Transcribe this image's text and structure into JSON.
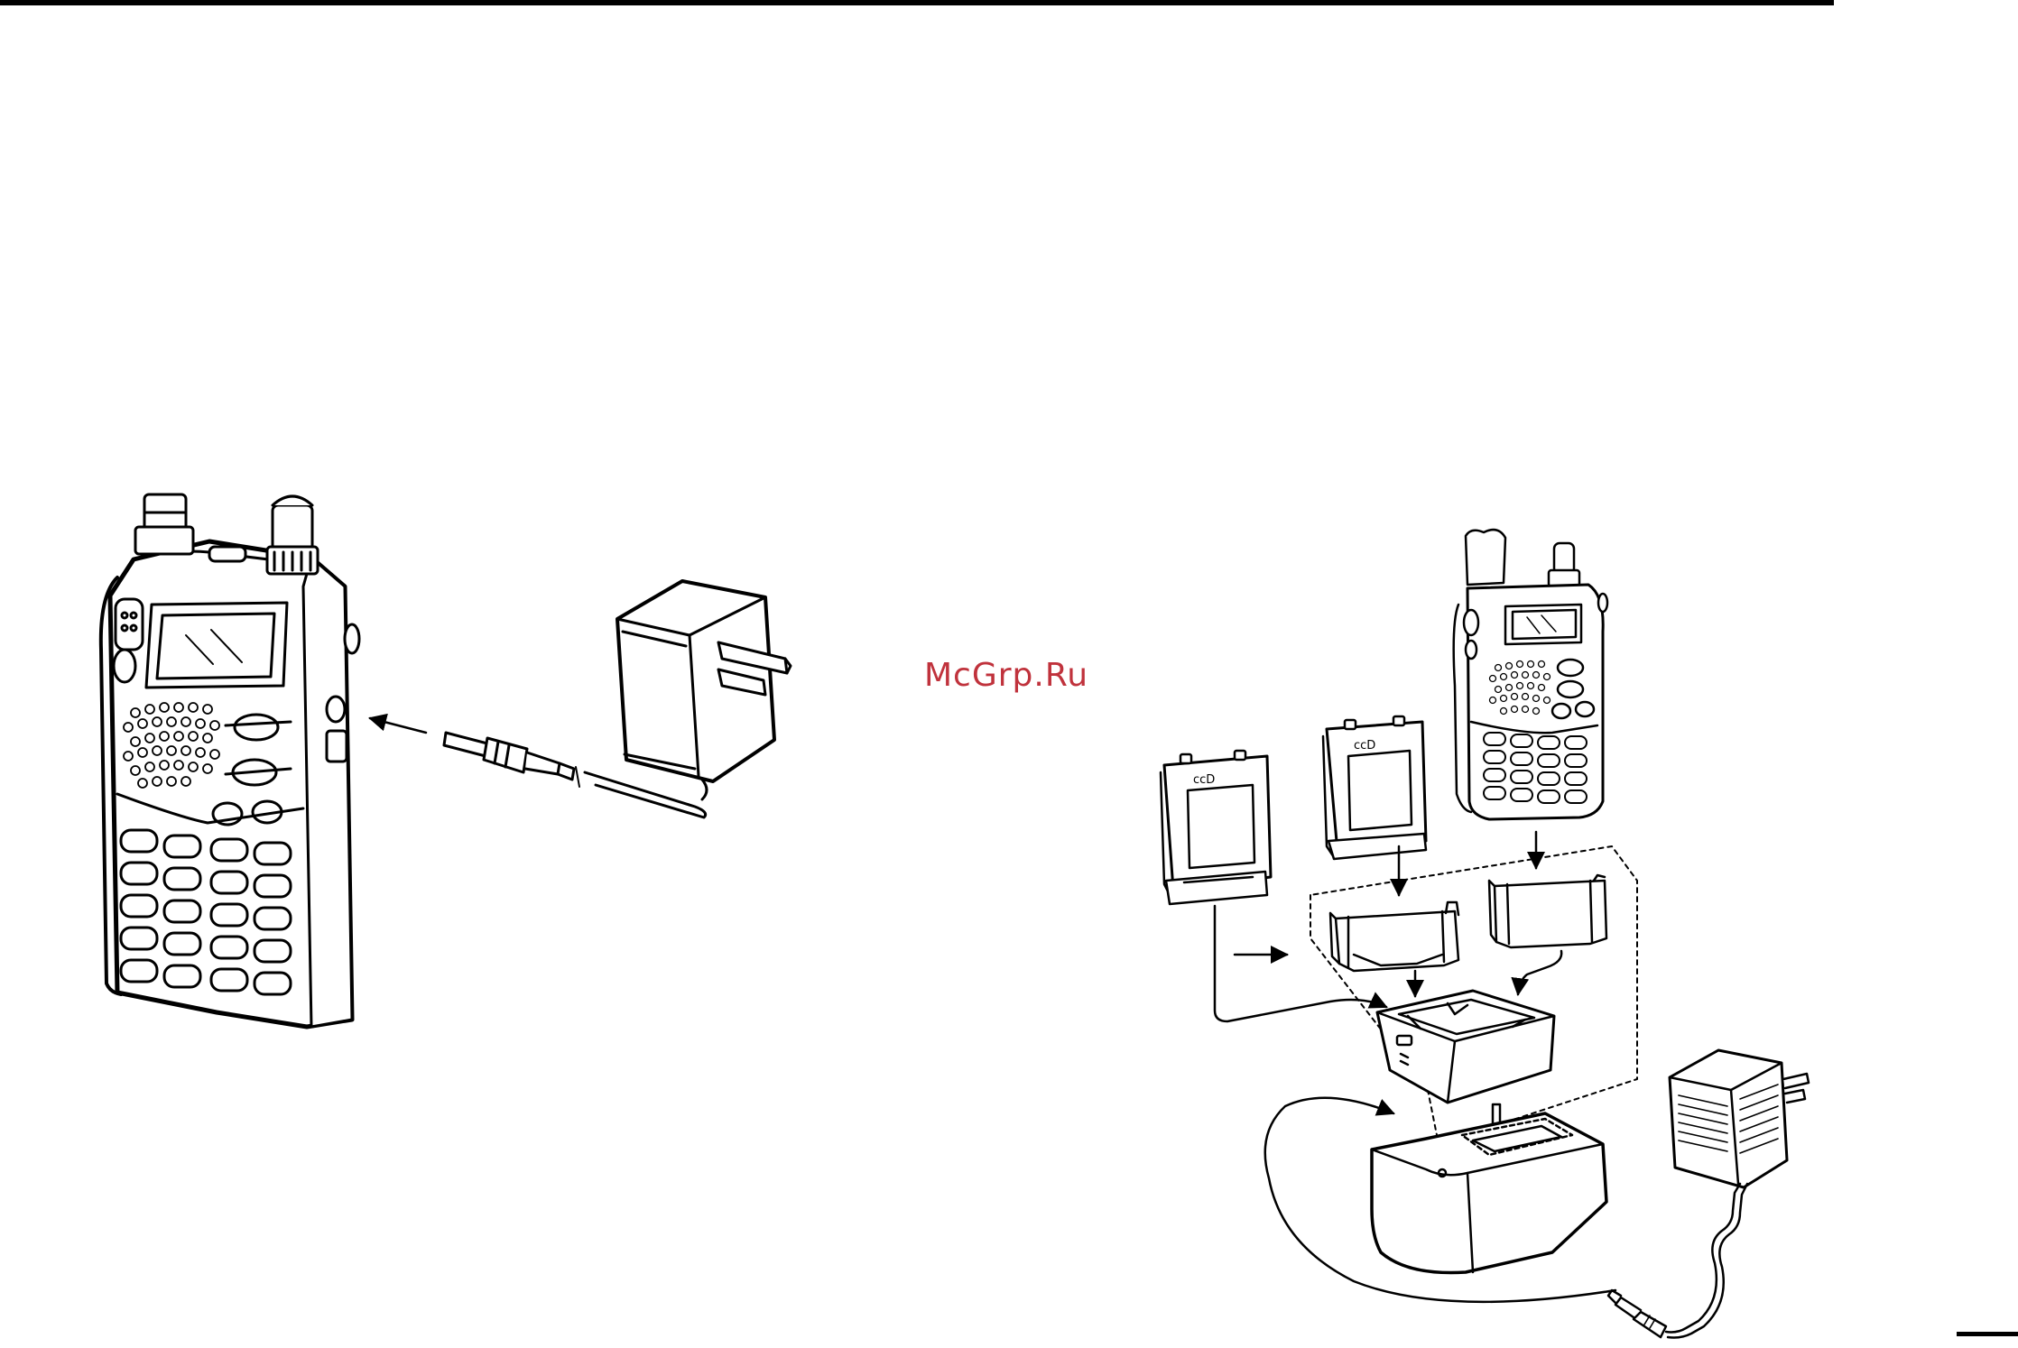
{
  "document": {
    "watermark_text": "McGrp.Ru",
    "watermark_color": "#c0323c",
    "line_color": "#000000",
    "background_color": "#ffffff"
  },
  "figures": {
    "left": {
      "items": [
        "handheld-transceiver",
        "ac-adapter",
        "dc-plug"
      ]
    },
    "right": {
      "items": [
        "handheld-transceiver",
        "battery-pack-a",
        "battery-pack-b",
        "charger-adapter-a",
        "charger-adapter-b",
        "charger-insert-cup",
        "desktop-charger",
        "ac-adapter"
      ]
    }
  }
}
